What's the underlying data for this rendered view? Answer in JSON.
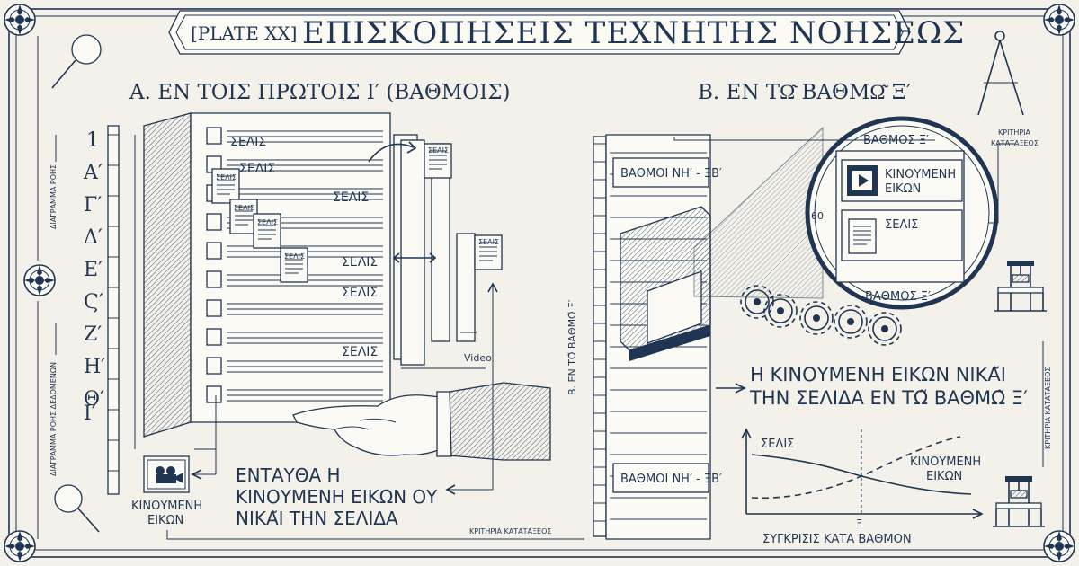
{
  "title": {
    "plate_label": "[PLATE XX]",
    "main": "ΕΠΙΣΚΟΠΗΣΕΙΣ ΤΕΧΝΗΤΗΣ ΝΟΗΣΕΩΣ"
  },
  "panel_a": {
    "heading": "Α. ΕΝ ΤΟΙΣ ΠΡΩΤΟΙΣ Ι′ (ΒΑΘΜΟΙΣ)",
    "rungs": [
      "1",
      "Α′",
      "Γ′",
      "Δ′",
      "Ε′",
      "Ϛ′",
      "Ζ′",
      "Η′",
      "Θ′",
      "Ι′"
    ],
    "page_label": "ΣΕΛΙΣ",
    "video_label": "Video",
    "movie_label_line1": "ΚΙΝΟΥΜΕΝΗ",
    "movie_label_line2": "ΕΙΚΩΝ",
    "caption_lines": [
      "ΕΝΤΑΥΘΑ Η",
      "ΚΙΝΟΥΜΕΝΗ ΕΙΚΩΝ ΟΥ",
      "ΝΙΚΑ̃Ι ΤΗΝ ΣΕΛΙΔΑ"
    ],
    "side_label_top": "ΔΙΑΓΡΑΜΜΑ ΡΟΗΣ",
    "side_label_bottom": "ΔΙΑΓΡΑΜΜΑ ΡΟΗΣ ΔΕΔΟΜΕΝΩΝ",
    "footer_label": "ΚΡΙΤΗΡΙΑ ΚΑΤΑΤΑΞΕΟΣ"
  },
  "panel_b": {
    "heading": "Β. ΕΝ ΤΩ͂ ΒΑΘΜΩ͂ Ξ′",
    "ranks_label": "ΒΑΘΜΟΙ ΝΗ′ - ΞΒ′",
    "vertical_label": "Β. ΕΝ ΤΩ͂ ΒΑΘΜΩ͂ Ξ′",
    "zoom_top": "ΒΑΘΜΟΣ Ξ′",
    "zoom_bottom": "ΒΑΘΜΟΣ Ξ′",
    "zoom_number": "60",
    "zoom_movie_line1": "ΚΙΝΟΥΜΕΝΗ",
    "zoom_movie_line2": "ΕΙΚΩΝ",
    "zoom_page": "ΣΕΛΙΣ",
    "criteria_line1": "ΚΡΙΤΗΡΙΑ",
    "criteria_line2": "ΚΑΤΑΤΑΞΕΟΣ",
    "criteria_vertical": "ΚΡΙΤΗΡΙΑ ΚΑΤΑΤΑΞΕΟΣ",
    "conclusion_lines": [
      "Η ΚΙΝΟΥΜΕΝΗ ΕΙΚΩΝ ΝΙΚΑ̃Ι",
      "ΤΗΝ ΣΕΛΙΔΑ ΕΝ ΤΩ͂ ΒΑΘΜΩ͂ Ξ′"
    ]
  },
  "chart_data": {
    "type": "line",
    "xlabel": "ΣΥΓΚΡΙΣΙΣ ΚΑΤΑ ΒΑΘΜΟΝ",
    "marker_label": "Ξ",
    "series": [
      {
        "name": "ΣΕΛΙΣ",
        "trend": "decreasing",
        "style": "solid"
      },
      {
        "name": "ΚΙΝΟΥΜΕΝΗ ΕΙΚΩΝ",
        "trend": "increasing",
        "style": "dashed"
      }
    ],
    "crossover_at": "Ξ"
  },
  "colors": {
    "ink": "#1f3552",
    "paper": "#f3f1ea"
  },
  "icons": [
    "magnifier-icon",
    "compass-icon",
    "pointing-hand-icon",
    "film-camera-icon",
    "printing-press-icon",
    "gear-icon",
    "document-icon",
    "rosette-icon"
  ]
}
